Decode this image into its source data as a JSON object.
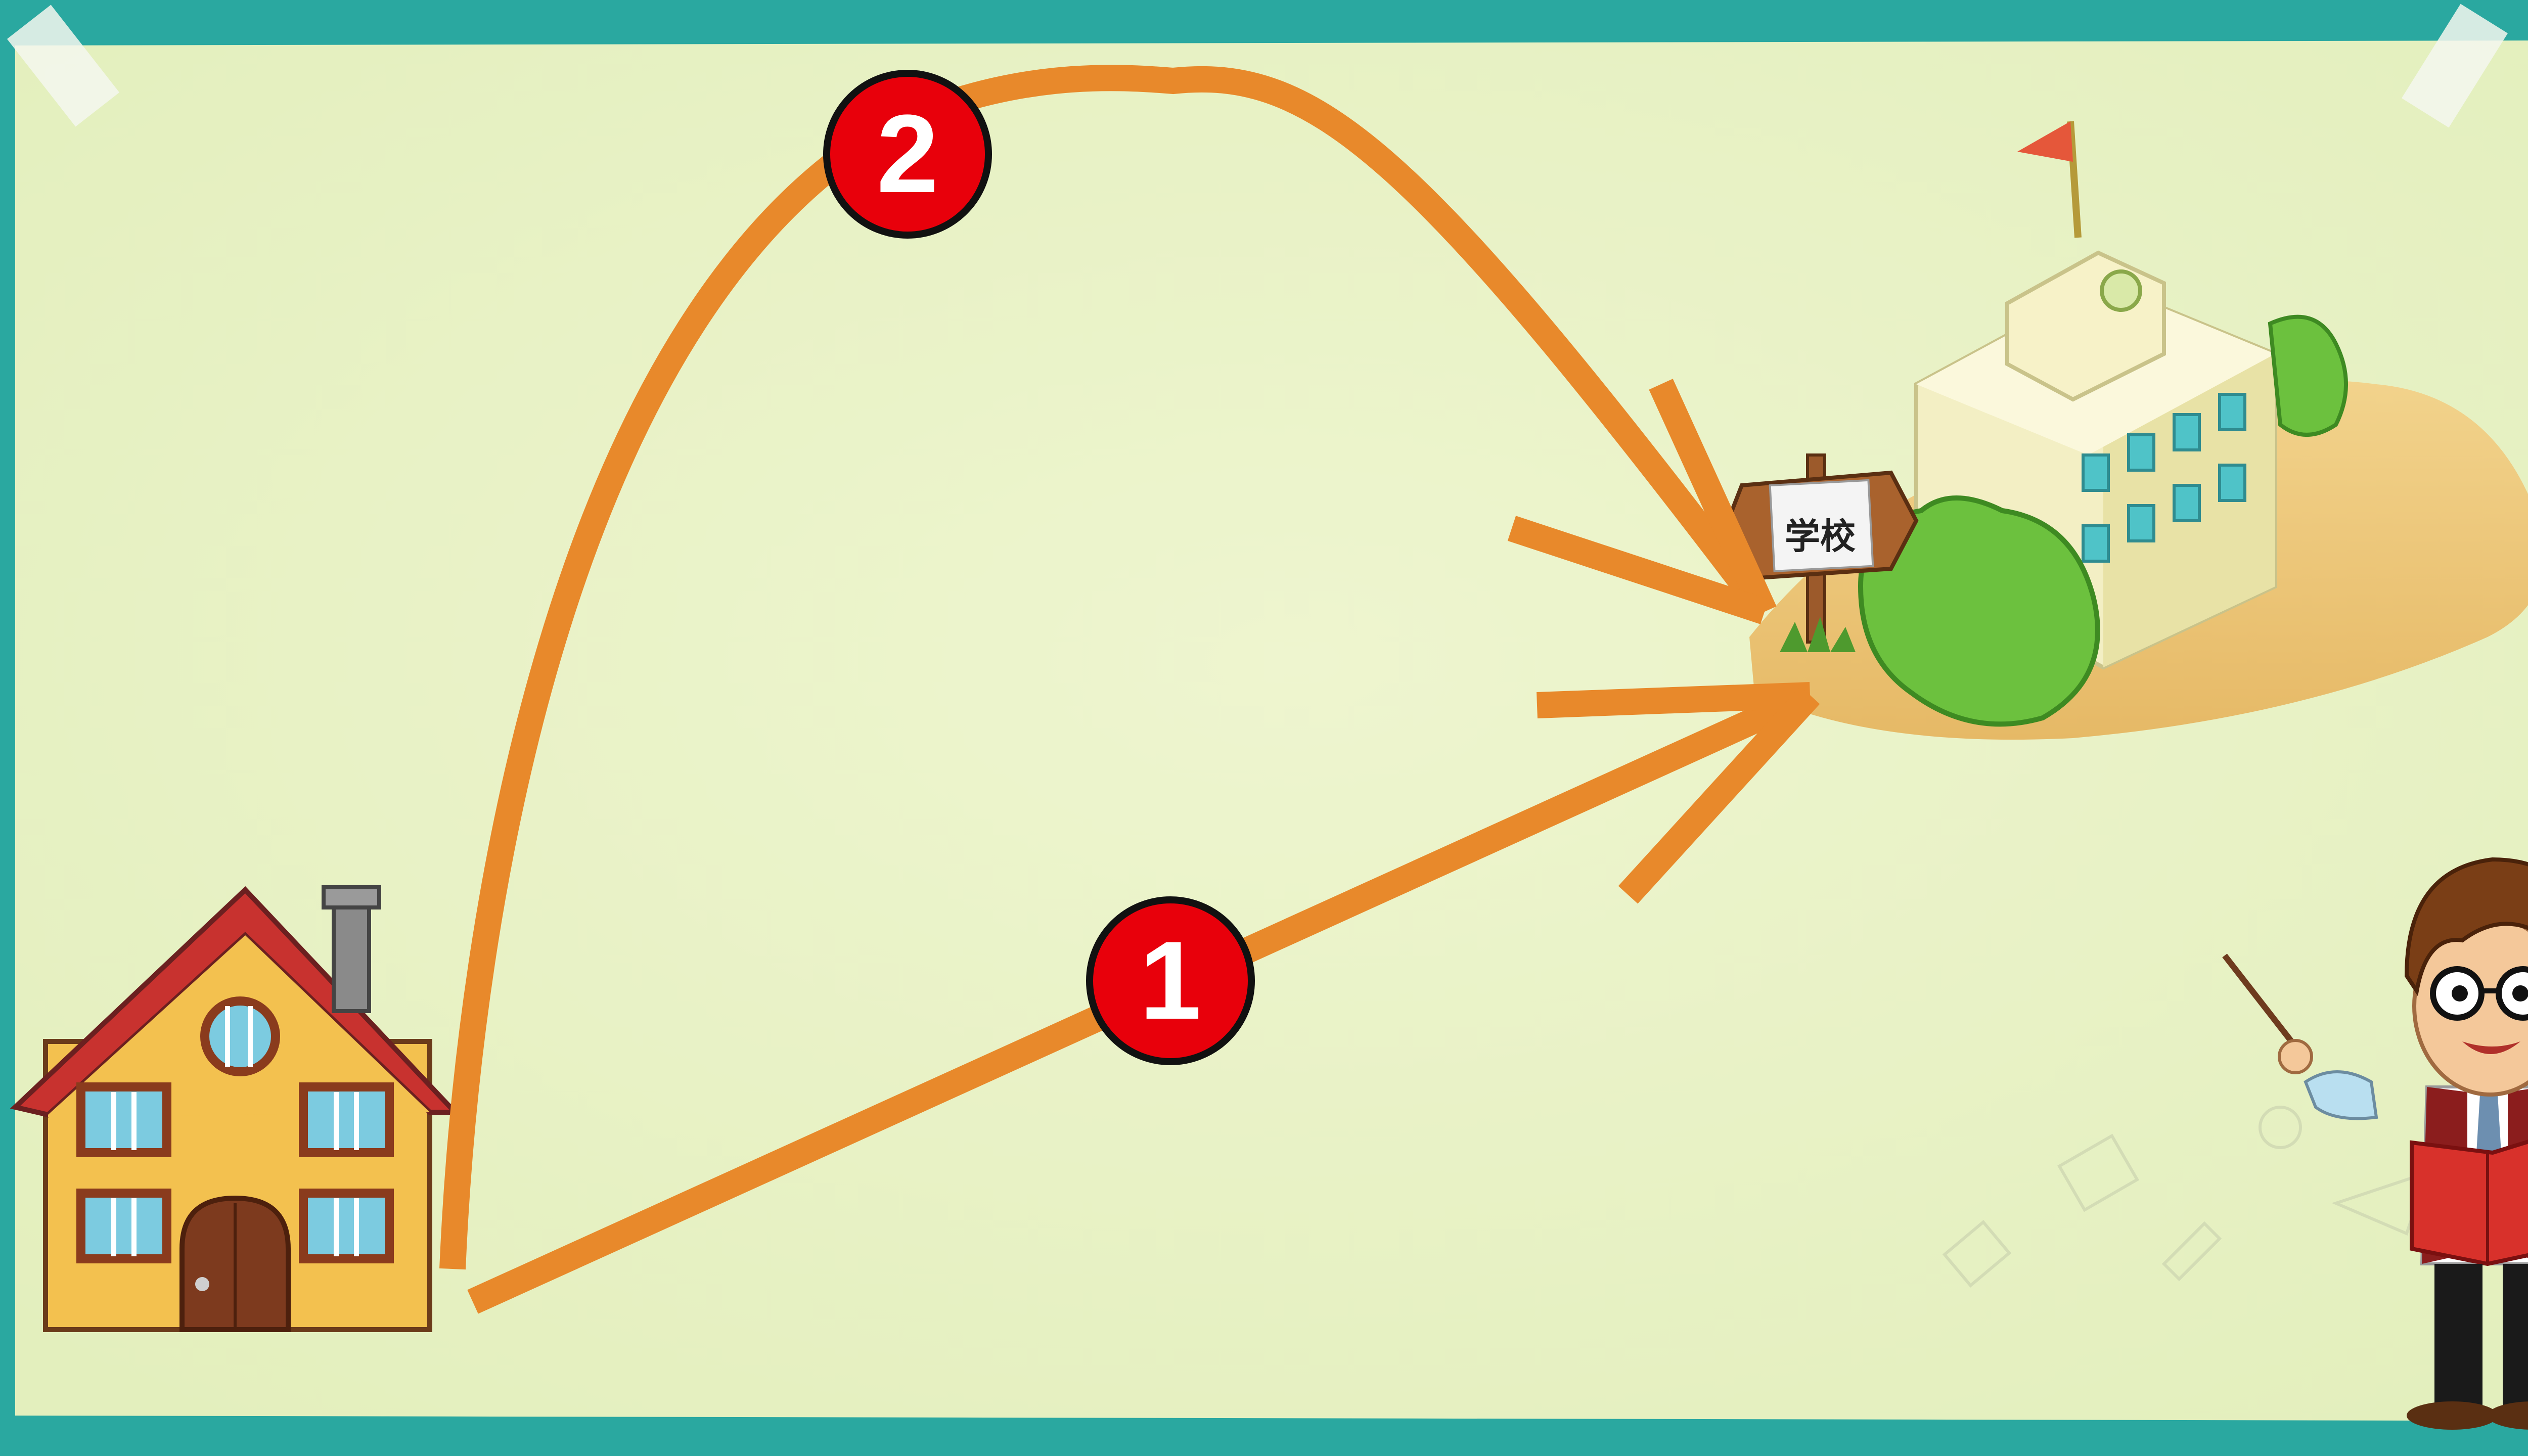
{
  "scene": {
    "routes": [
      {
        "number": "1"
      },
      {
        "number": "2"
      }
    ],
    "school_sign": "学校"
  },
  "colors": {
    "frame": "#2aa8a0",
    "paper": "#eef4c9",
    "route_arrow": "#e8892b",
    "marker_fill": "#e8000b",
    "marker_outline": "#111111"
  },
  "icons": [
    "house-icon",
    "school-building-icon",
    "school-sign-icon",
    "teacher-character-icon"
  ]
}
